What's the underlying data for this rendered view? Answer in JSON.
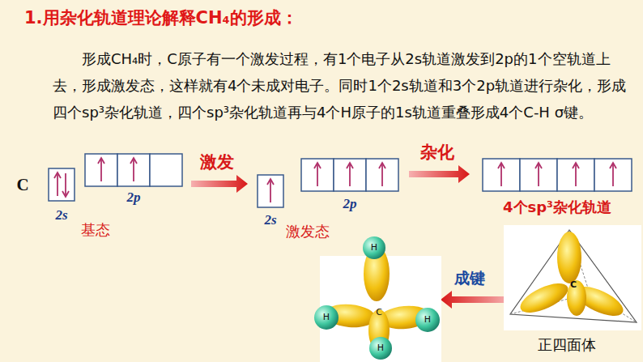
{
  "diagram": {
    "title": "1.用杂化轨道理论解释CH₄的形成：",
    "labels": [
      "形成CH₄时，C原子有一个激发过程，有1个电子从2s轨道激发到2p的1个空轨道上去，形成激发态，这样就有4个未成对电子。同时1个2s轨道和3个2p轨道进行杂化，形成四个sp³杂化轨道，四个sp³杂化轨道再与4个H原子的1s轨道重叠形成4个C-H σ键。",
      "C",
      "2s",
      "2p",
      "基态",
      "激发",
      "2s",
      "2p",
      "激发态",
      "杂化",
      "4个sp³杂化轨道",
      "C",
      "正四面体",
      "成键",
      "H",
      "H",
      "C",
      "H",
      "H"
    ]
  }
}
